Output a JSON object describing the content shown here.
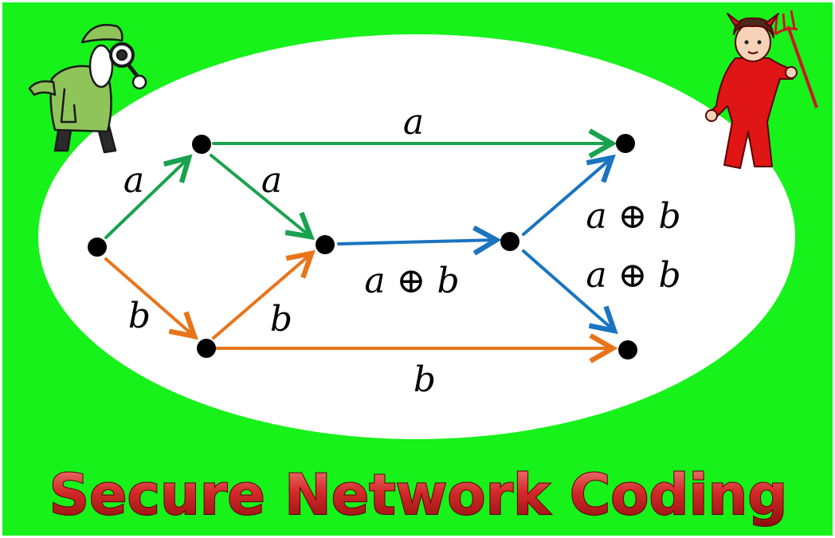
{
  "title": "Secure Network Coding",
  "colors": {
    "background": "#17f21b",
    "ellipse": "#ffffff",
    "edge_a": "#1aa24e",
    "edge_b": "#e8741a",
    "edge_coded": "#1a74c0",
    "node": "#000000",
    "title_fill": "#c8191e"
  },
  "edge_labels": {
    "top": "a",
    "source_up": "a",
    "upper_down": "a",
    "source_down": "b",
    "lower_up": "b",
    "bottom": "b",
    "middle": "a ⊕ b",
    "right_up": "a ⊕ b",
    "right_down": "a ⊕ b"
  },
  "characters": {
    "left": "detective-eavesdropper-icon",
    "right": "devil-adversary-icon"
  }
}
